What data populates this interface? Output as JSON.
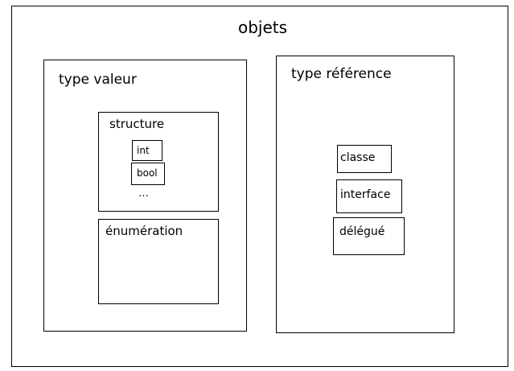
{
  "diagram": {
    "title": "objets",
    "value_type": {
      "label": "type valeur",
      "structure": {
        "label": "structure",
        "items": [
          "int",
          "bool"
        ],
        "more": "…"
      },
      "enumeration": {
        "label": "énumération"
      }
    },
    "reference_type": {
      "label": "type référence",
      "items": [
        "classe",
        "interface",
        "délégué"
      ]
    }
  }
}
